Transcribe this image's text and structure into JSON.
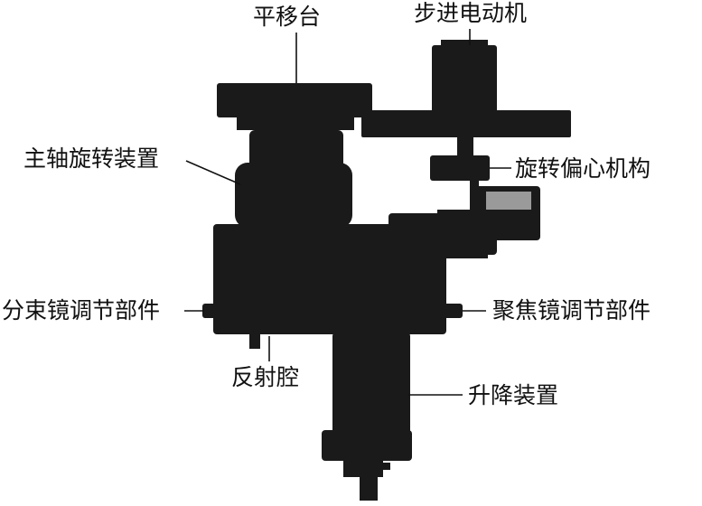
{
  "figure": {
    "labels": {
      "translation_stage": "平移台",
      "stepper_motor": "步进电动机",
      "spindle_rotation_device": "主轴旋转装置",
      "rotary_eccentric_mechanism": "旋转偏心机构",
      "beam_splitter_adjuster": "分束镜调节部件",
      "focus_mirror_adjuster": "聚焦镜调节部件",
      "reflection_cavity": "反射腔",
      "lifting_device": "升降装置"
    },
    "colors": {
      "background": "#ffffff",
      "machine": "#1a1a1a",
      "text": "#111111",
      "leader": "#111111",
      "highlight": "#9a9a9a"
    }
  }
}
